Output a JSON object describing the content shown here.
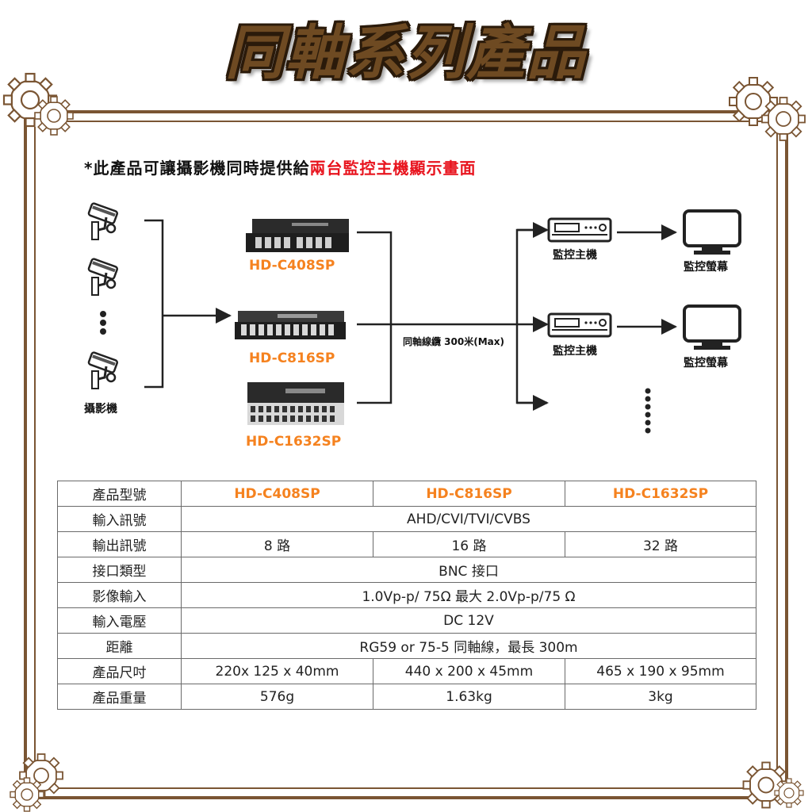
{
  "title": "同軸系列產品",
  "note": {
    "prefix": "*此產品可讓攝影機同時提供給",
    "highlight": "兩台監控主機顯示畫面"
  },
  "diagram": {
    "camera_label": "攝影機",
    "models": [
      "HD-C408SP",
      "HD-C816SP",
      "HD-C1632SP"
    ],
    "cable_label": "同軸線纜 300米(Max)",
    "dvr_label": "監控主機",
    "monitor_label": "監控螢幕"
  },
  "spec_table": {
    "rows": [
      {
        "label": "產品型號",
        "cells": [
          "HD-C408SP",
          "HD-C816SP",
          "HD-C1632SP"
        ]
      },
      {
        "label": "輸入訊號",
        "cells": [
          "AHD/CVI/TVI/CVBS"
        ]
      },
      {
        "label": "輸出訊號",
        "cells": [
          "8 路",
          "16 路",
          "32 路"
        ]
      },
      {
        "label": "接口類型",
        "cells": [
          "BNC 接口"
        ]
      },
      {
        "label": "影像輸入",
        "cells": [
          "1.0Vp-p/ 75Ω  最大 2.0Vp-p/75  Ω"
        ]
      },
      {
        "label": "輸入電壓",
        "cells": [
          "DC 12V"
        ]
      },
      {
        "label": "距離",
        "cells": [
          "RG59 or 75-5 同軸線，最長  300m"
        ]
      },
      {
        "label": "產品尺吋",
        "cells": [
          "220x 125 x 40mm",
          "440 x 200 x 45mm",
          "465 x 190 x 95mm"
        ]
      },
      {
        "label": "產品重量",
        "cells": [
          "576g",
          "1.63kg",
          "3kg"
        ]
      }
    ]
  },
  "colors": {
    "frame": "#7a5533",
    "accent": "#f5821f",
    "highlight": "#e8141e"
  }
}
